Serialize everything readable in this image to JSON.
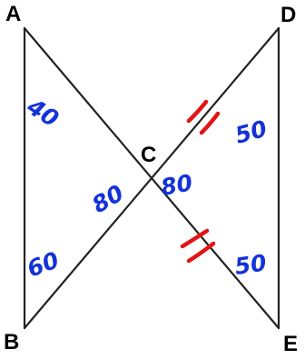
{
  "vertices": {
    "A": "A",
    "B": "B",
    "C": "C",
    "D": "D",
    "E": "E"
  },
  "angle_annotations": {
    "angle_A": "40",
    "angle_B": "60",
    "angle_ACB": "80",
    "angle_DCE": "80",
    "angle_D": "50",
    "angle_E": "50"
  },
  "colors": {
    "lines": "#222222",
    "annotations": "#1432d8",
    "tick_marks": "#e01515"
  },
  "icons": [
    "double-tick-mark"
  ]
}
